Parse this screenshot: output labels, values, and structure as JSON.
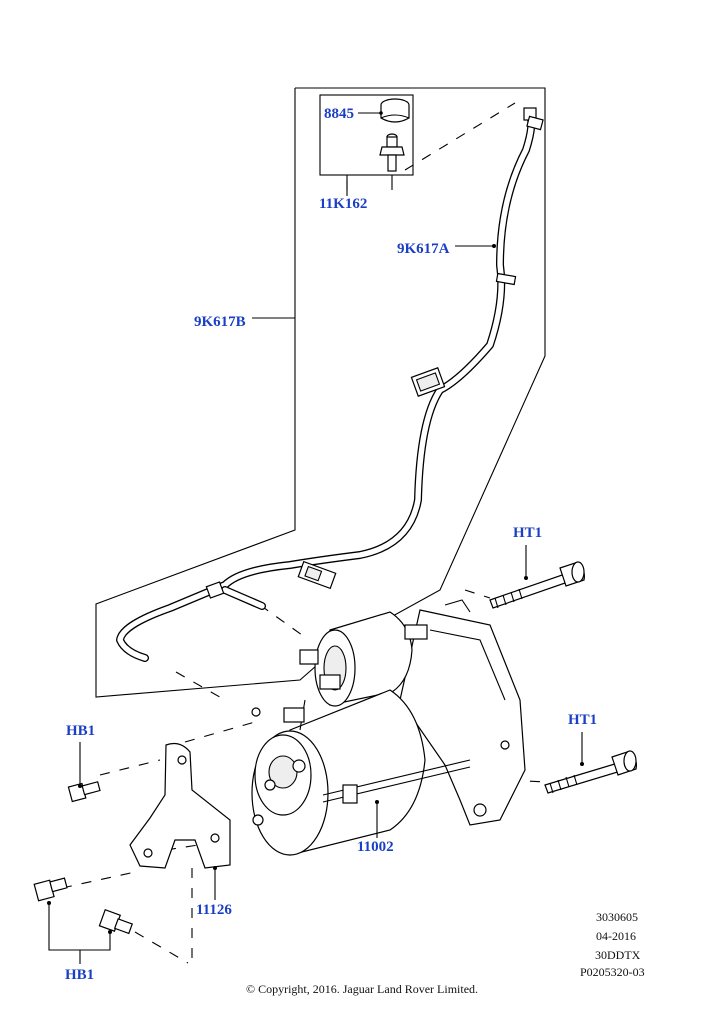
{
  "callouts": {
    "c_8845": "8845",
    "c_11k162": "11K162",
    "c_9k617a": "9K617A",
    "c_9k617b": "9K617B",
    "c_ht1_top": "HT1",
    "c_ht1_right": "HT1",
    "c_hb1_top": "HB1",
    "c_hb1_bottom": "HB1",
    "c_11002": "11002",
    "c_11126": "11126"
  },
  "meta": {
    "line1": "3030605",
    "line2": "04-2016",
    "line3": "30DDTX",
    "line4": "P0205320-03"
  },
  "copyright": "© Copyright, 2016. Jaguar Land Rover Limited.",
  "colors": {
    "callout_text": "#1a3fc4",
    "line_art": "#000000",
    "background": "#ffffff"
  }
}
